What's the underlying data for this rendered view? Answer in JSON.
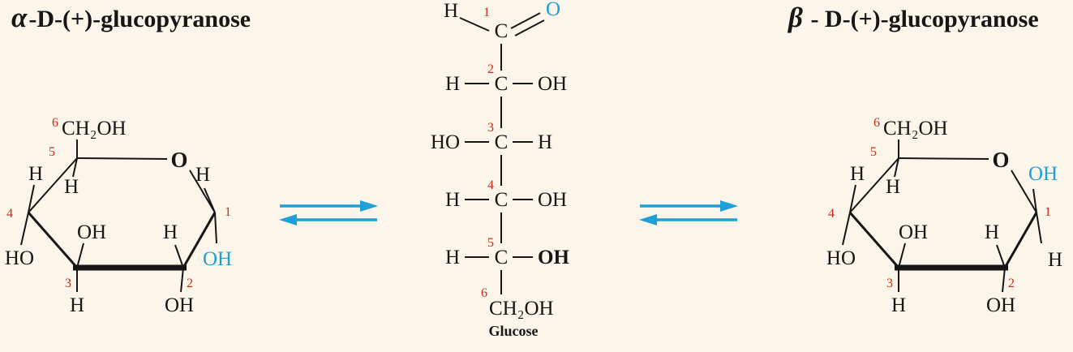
{
  "colors": {
    "background": "#fcf5ea",
    "blue": "#1e9fd8",
    "red": "#cc2a16",
    "ink": "#161616"
  },
  "titles": {
    "alpha": {
      "symbol": "α",
      "rest": "-D-(+)-glucopyranose"
    },
    "beta": {
      "symbol": "β",
      "rest": " - D-(+)-glucopyranose"
    }
  },
  "alpha_ring": {
    "c6_number": "6",
    "c6_group": "CH₂OH",
    "c5_number": "5",
    "c5_h_down": "H",
    "ring_oxygen": "O",
    "c4_number": "4",
    "c4_h_up": "H",
    "c4_hydroxyl": "HO",
    "c3_number": "3",
    "c3_oh_up": "OH",
    "c3_h_down": "H",
    "c2_number": "2",
    "c2_h_up": "H",
    "c2_oh_down": "OH",
    "c1_number": "1",
    "c1_h_up": "H",
    "c1_oh_down": "OH"
  },
  "beta_ring": {
    "c6_number": "6",
    "c6_group": "CH₂OH",
    "c5_number": "5",
    "c5_h_down": "H",
    "ring_oxygen": "O",
    "c4_number": "4",
    "c4_h_up": "H",
    "c4_hydroxyl": "HO",
    "c3_number": "3",
    "c3_oh_up": "OH",
    "c3_h_down": "H",
    "c2_number": "2",
    "c2_h_up": "H",
    "c2_oh_down": "OH",
    "c1_number": "1",
    "c1_oh_up": "OH",
    "c1_h_down": "H"
  },
  "fischer": {
    "caption": "Glucose",
    "c1": {
      "number": "1",
      "left": "H",
      "atom": "C",
      "right": "O"
    },
    "c2": {
      "number": "2",
      "left": "H",
      "atom": "C",
      "right": "OH"
    },
    "c3": {
      "number": "3",
      "left": "HO",
      "atom": "C",
      "right": "H"
    },
    "c4": {
      "number": "4",
      "left": "H",
      "atom": "C",
      "right": "OH"
    },
    "c5": {
      "number": "5",
      "left": "H",
      "atom": "C",
      "right": "OH"
    },
    "c6": {
      "number": "6",
      "group": "CH₂OH"
    }
  }
}
